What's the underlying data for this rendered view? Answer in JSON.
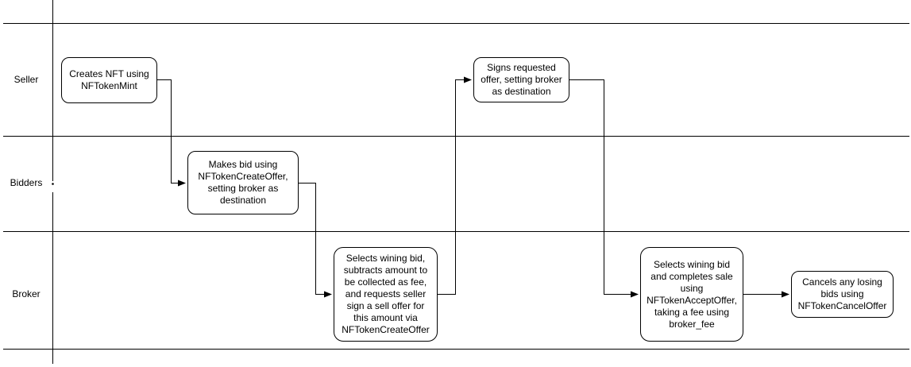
{
  "diagram": {
    "type": "swimlane-flowchart",
    "lanes": [
      {
        "label": "Seller"
      },
      {
        "label": "Bidders"
      },
      {
        "label": "Broker"
      }
    ],
    "nodes": [
      {
        "id": "creates-nft",
        "lane": "Seller",
        "text": "Creates NFT using\nNFTokenMint"
      },
      {
        "id": "makes-bid",
        "lane": "Bidders",
        "text": "Makes bid using\nNFTokenCreateOffer,\nsetting broker as\ndestination"
      },
      {
        "id": "select-bid-request-offer",
        "lane": "Broker",
        "text": "Selects wining bid,\nsubtracts amount to\nbe collected as fee,\nand requests seller\nsign a sell offer for\nthis amount via\nNFTokenCreateOffer"
      },
      {
        "id": "signs-offer",
        "lane": "Seller",
        "text": "Signs requested\noffer, setting broker\nas destination"
      },
      {
        "id": "accept-offer",
        "lane": "Broker",
        "text": "Selects wining bid\nand completes sale\nusing\nNFTokenAcceptOffer,\ntaking a fee using\nbroker_fee"
      },
      {
        "id": "cancel-bids",
        "lane": "Broker",
        "text": "Cancels any losing\nbids using\nNFTokenCancelOffer"
      }
    ],
    "edges": [
      {
        "from": "creates-nft",
        "to": "makes-bid"
      },
      {
        "from": "makes-bid",
        "to": "select-bid-request-offer"
      },
      {
        "from": "select-bid-request-offer",
        "to": "signs-offer"
      },
      {
        "from": "signs-offer",
        "to": "accept-offer"
      },
      {
        "from": "accept-offer",
        "to": "cancel-bids"
      }
    ]
  },
  "colors": {
    "line": "#000000",
    "node_border": "#000000",
    "node_fill": "#ffffff",
    "text": "#000000",
    "background": "#ffffff"
  }
}
